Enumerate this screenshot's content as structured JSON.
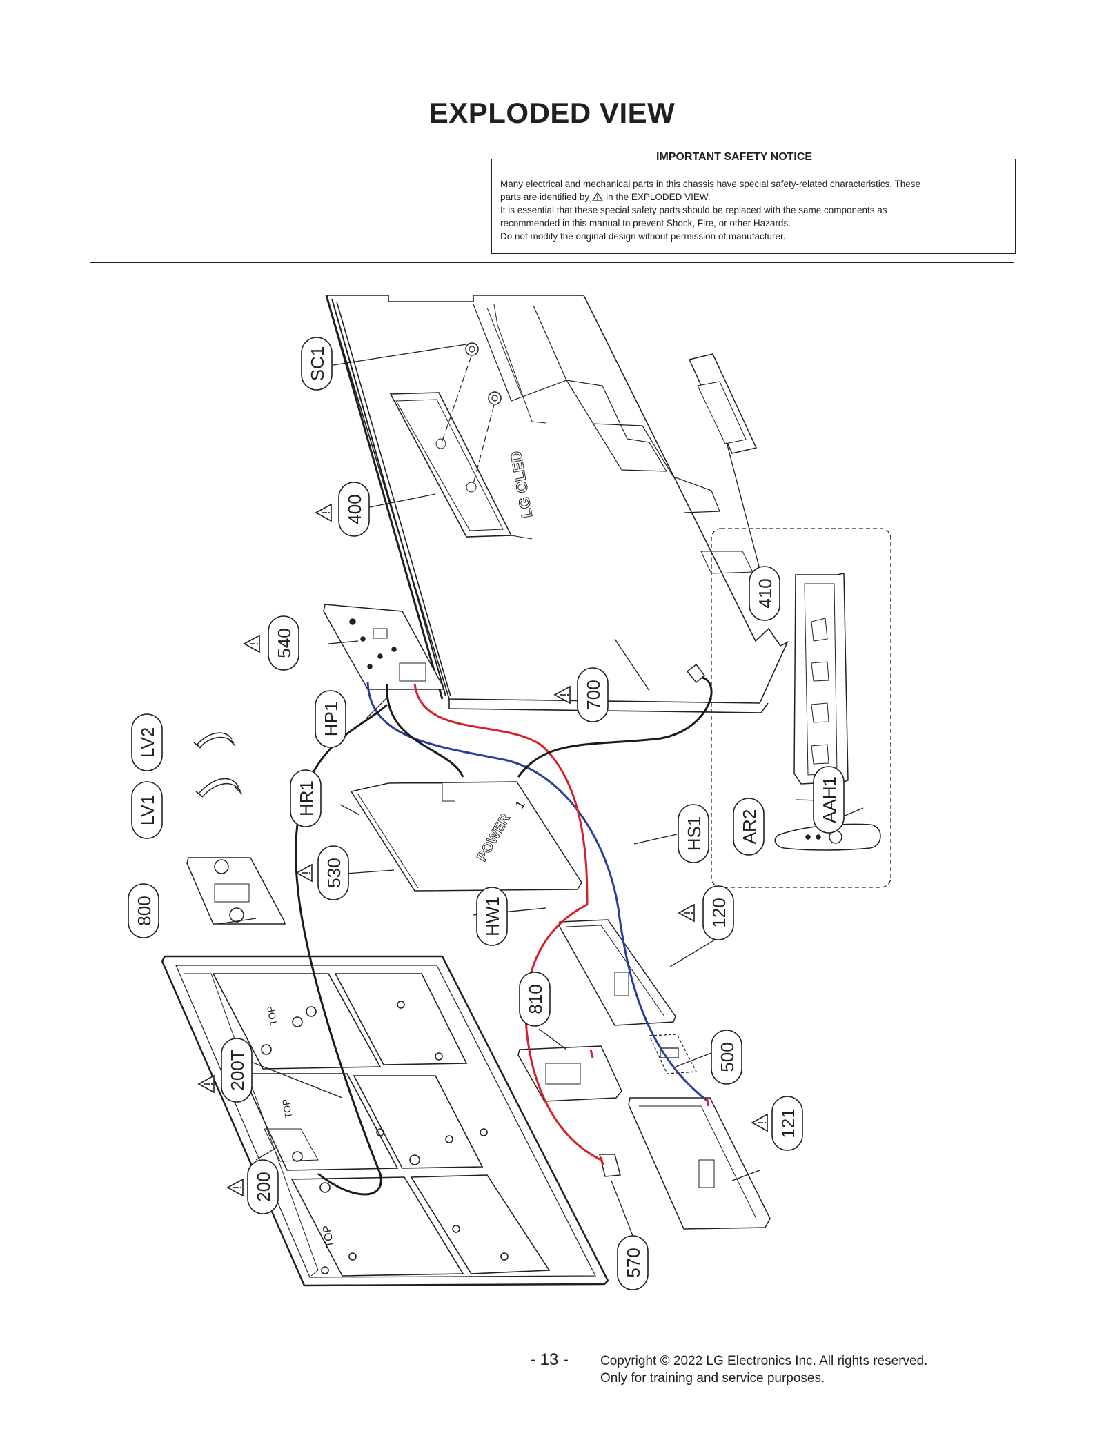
{
  "title": "EXPLODED VIEW",
  "notice": {
    "title": "IMPORTANT SAFETY NOTICE",
    "line1": "Many electrical and mechanical parts in this chassis have special safety-related characteristics. These",
    "line2a": "parts are identified by",
    "line2b": "in the EXPLODED VIEW.",
    "line3": "It is essential that these special safety parts should be replaced with the same components as",
    "line4": "recommended in this manual to prevent Shock, Fire, or other Hazards.",
    "line5": "Do not modify the original design without permission of manufacturer."
  },
  "diagram": {
    "callouts": [
      "SC1",
      "400",
      "410",
      "540",
      "700",
      "HP1",
      "LV2",
      "LV1",
      "HR1",
      "HS1",
      "530",
      "800",
      "HW1",
      "120",
      "810",
      "500",
      "200T",
      "200",
      "121",
      "570",
      "AAH1",
      "AR2"
    ],
    "marks": {
      "logo": "LG OLED",
      "power": "POWER",
      "power_num": "1",
      "top1": "TOP",
      "top2": "TOP",
      "top3": "TOP"
    },
    "wire_colors": {
      "red": "#d6202a",
      "blue": "#2b3d9a",
      "black": "#1a1a1a"
    }
  },
  "footer": {
    "page": "- 13 -",
    "copyright_line1": "Copyright © 2022 LG Electronics Inc. All rights reserved.",
    "copyright_line2": "Only for training and service purposes."
  }
}
